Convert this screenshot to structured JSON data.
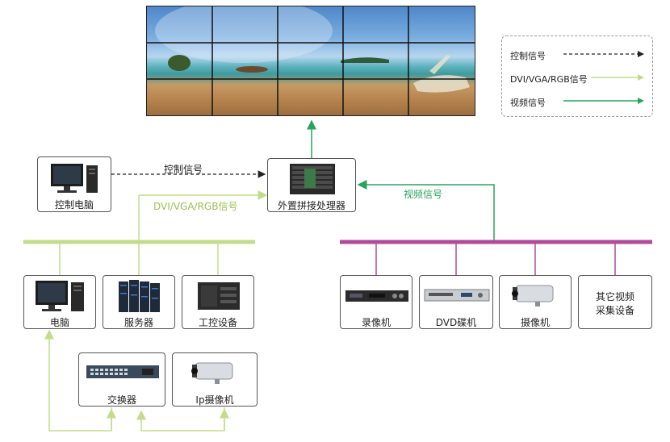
{
  "legend": {
    "control_signal": "控制信号",
    "rgb_signal": "DVI/VGA/RGB信号",
    "video_signal": "视频信号"
  },
  "devices": {
    "control_pc": "控制电脑",
    "processor": "外置拼接处理器",
    "pc": "电脑",
    "server": "服务器",
    "ipc": "工控设备",
    "switch": "交换器",
    "ip_camera": "Ip摄像机",
    "recorder": "录像机",
    "dvd": "DVD碟机",
    "camera": "摄像机",
    "other_video_line1": "其它视频",
    "other_video_line2": "采集设备"
  },
  "links": {
    "control_signal": "控制信号",
    "rgb_signal": "DVI/VGA/RGB信号",
    "video_signal": "视频信号"
  },
  "colors": {
    "rgb_line": "#c3dc8c",
    "video_line": "#2aa35e",
    "video_bus": "#b04a9c",
    "control_line": "#222222"
  }
}
